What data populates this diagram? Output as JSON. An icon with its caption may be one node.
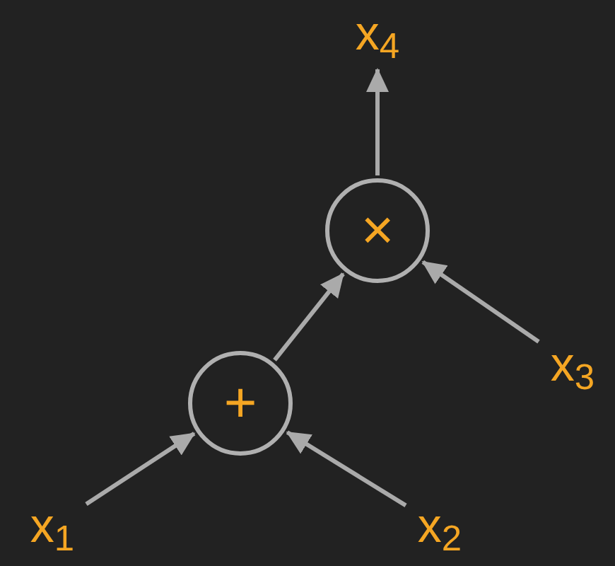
{
  "diagram": {
    "nodes": [
      {
        "text": [
          "x$_{4}$"
        ]
      },
      {
        "text": [
          "×"
        ]
      },
      {
        "text": [
          "x$_{3}$"
        ]
      },
      {
        "text": [
          "+"
        ]
      },
      {
        "text": [
          "x$_{1}$"
        ]
      },
      {
        "text": [
          "x$_{2}$"
        ]
      }
    ],
    "edges": [
      {
        "from": 4,
        "to": 3,
        "arrow": "to"
      },
      {
        "from": 5,
        "to": 3,
        "arrow": "to"
      },
      {
        "from": 3,
        "to": 1,
        "arrow": "to"
      },
      {
        "from": 2,
        "to": 1,
        "arrow": "to"
      },
      {
        "from": 1,
        "to": 0,
        "arrow": "to"
      }
    ]
  }
}
